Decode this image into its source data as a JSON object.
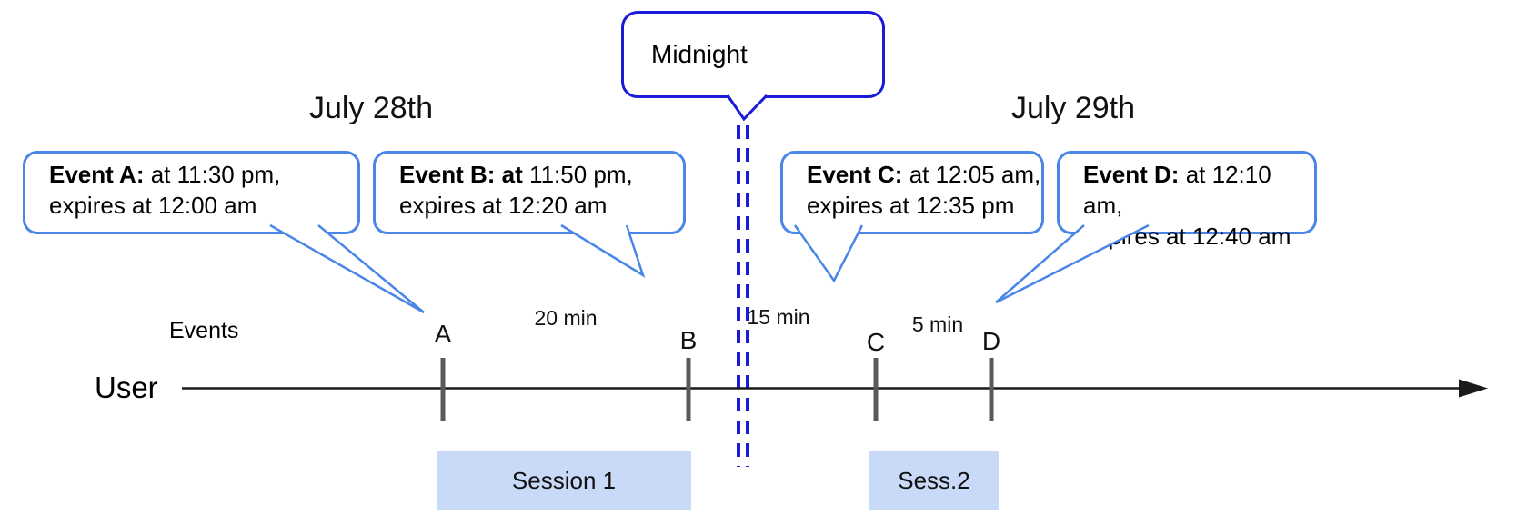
{
  "diagram": {
    "dates": {
      "left": "July 28th",
      "right": "July 29th"
    },
    "midnight_label": "Midnight",
    "axis": {
      "events_label": "Events",
      "user_label": "User"
    },
    "events": [
      {
        "id": "A",
        "title": "Event A:",
        "line1": " at 11:30 pm,",
        "line2": "expires at 12:00 am"
      },
      {
        "id": "B",
        "title": "Event B: at",
        "line1": " 11:50 pm,",
        "line2": "expires at 12:20 am"
      },
      {
        "id": "C",
        "title": "Event C:",
        "line1": " at 12:05 am,",
        "line2": "expires at 12:35 pm"
      },
      {
        "id": "D",
        "title": "Event D:",
        "line1": " at 12:10 am,",
        "line2": "expires at 12:40 am"
      }
    ],
    "gaps": [
      {
        "label": "20 min"
      },
      {
        "label": "15 min"
      },
      {
        "label": "5 min"
      }
    ],
    "sessions": [
      {
        "label": "Session 1"
      },
      {
        "label": "Sess.2"
      }
    ],
    "colors": {
      "callout_border": "#4a86e8",
      "midnight_blue": "#1a1ad9",
      "session_fill": "#c9daf8",
      "tick_gray": "#595959",
      "line_black": "#1a1a1a"
    }
  }
}
